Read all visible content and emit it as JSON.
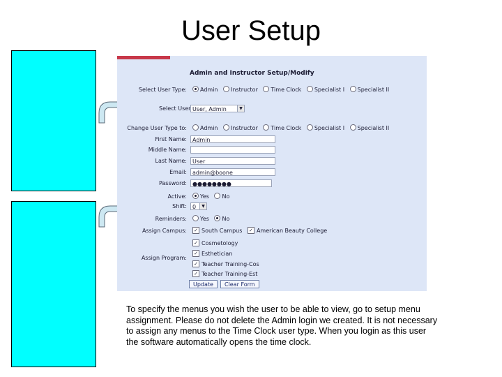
{
  "slide": {
    "title": "User Setup",
    "caption": "To specify the menus you wish the user to be able to view, go to setup menu assignment. Please do not delete the Admin login we created. It is not necessary to assign any menus to the Time Clock user type.  When you login as this user the software automatically opens the time clock."
  },
  "form": {
    "title": "Admin and Instructor Setup/Modify",
    "select_user_type": {
      "label": "Select User Type:",
      "options": [
        "Admin",
        "Instructor",
        "Time Clock",
        "Specialist I",
        "Specialist II"
      ],
      "selected": "Admin"
    },
    "select_user": {
      "label": "Select User:",
      "value": "User, Admin"
    },
    "change_user_type": {
      "label": "Change User Type to:",
      "options": [
        "Admin",
        "Instructor",
        "Time Clock",
        "Specialist I",
        "Specialist II"
      ],
      "selected": ""
    },
    "first_name": {
      "label": "First Name:",
      "value": "Admin"
    },
    "middle_name": {
      "label": "Middle Name:",
      "value": ""
    },
    "last_name": {
      "label": "Last Name:",
      "value": "User"
    },
    "email": {
      "label": "Email:",
      "value": "admin@boone"
    },
    "password": {
      "label": "Password:",
      "value": "●●●●●●●●"
    },
    "active": {
      "label": "Active:",
      "options": [
        "Yes",
        "No"
      ],
      "selected": "Yes"
    },
    "shift": {
      "label": "Shift:",
      "value": "0"
    },
    "reminders": {
      "label": "Reminders:",
      "options": [
        "Yes",
        "No"
      ],
      "selected": "No"
    },
    "assign_campus": {
      "label": "Assign Campus:",
      "options": [
        {
          "label": "South Campus",
          "checked": true
        },
        {
          "label": "American Beauty College",
          "checked": true
        }
      ]
    },
    "assign_program": {
      "label": "Assign Program:",
      "options": [
        {
          "label": "Cosmetology",
          "checked": true
        },
        {
          "label": "Esthetician",
          "checked": true
        },
        {
          "label": "Teacher Training-Cos",
          "checked": true
        },
        {
          "label": "Teacher Training-Est",
          "checked": true
        }
      ]
    },
    "buttons": {
      "update": "Update",
      "clear": "Clear Form"
    }
  },
  "colors": {
    "callout_box": "#00ffff",
    "form_background": "#dde6f7",
    "tab_accent": "#c8384a"
  }
}
